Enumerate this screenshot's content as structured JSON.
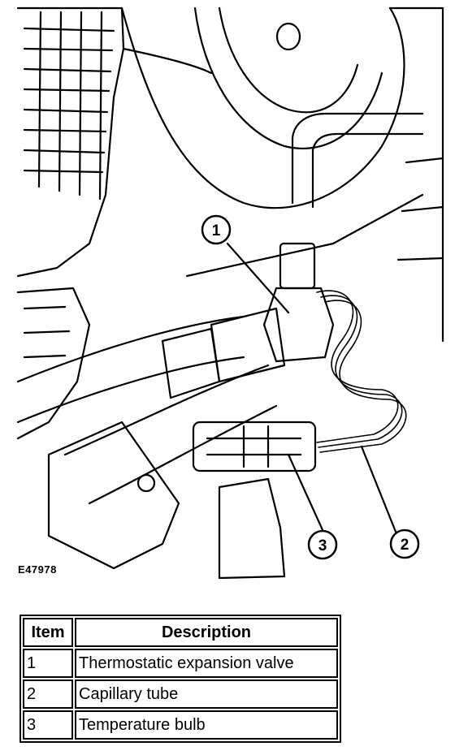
{
  "figure": {
    "id": "E47978",
    "callouts": [
      {
        "number": "1"
      },
      {
        "number": "2"
      },
      {
        "number": "3"
      }
    ]
  },
  "legend": {
    "headers": {
      "item": "Item",
      "description": "Description"
    },
    "rows": [
      {
        "item": "1",
        "description": "Thermostatic expansion valve"
      },
      {
        "item": "2",
        "description": "Capillary tube"
      },
      {
        "item": "3",
        "description": "Temperature bulb"
      }
    ]
  }
}
